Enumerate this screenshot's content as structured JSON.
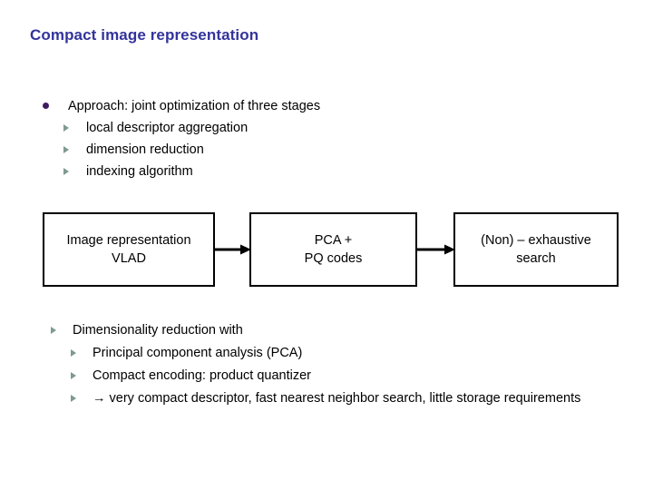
{
  "slide": {
    "title": "Compact image representation",
    "title_color": "#33339c",
    "background": "#ffffff",
    "bullet_disc_color": "#3d1b5e",
    "bullet_triangle_color": "#7e9a8e"
  },
  "approach_list": {
    "lead": "Approach: joint optimization of three stages",
    "sub_items": [
      "local descriptor aggregation",
      "dimension reduction",
      "indexing algorithm"
    ]
  },
  "flow": {
    "boxes": [
      {
        "line1": "Image representation",
        "line2": "VLAD"
      },
      {
        "line1": "PCA +",
        "line2": "PQ codes"
      },
      {
        "line1": "(Non) – exhaustive",
        "line2": "search"
      }
    ],
    "arrows": [
      {
        "name": "arrow-box1-to-box2"
      },
      {
        "name": "arrow-box2-to-box3"
      }
    ]
  },
  "dimred_list": {
    "lead": "Dimensionality reduction with",
    "sub_items": [
      "Principal component analysis (PCA)",
      "Compact encoding: product quantizer",
      "→ very compact descriptor, fast nearest neighbor search, little storage requirements"
    ]
  }
}
